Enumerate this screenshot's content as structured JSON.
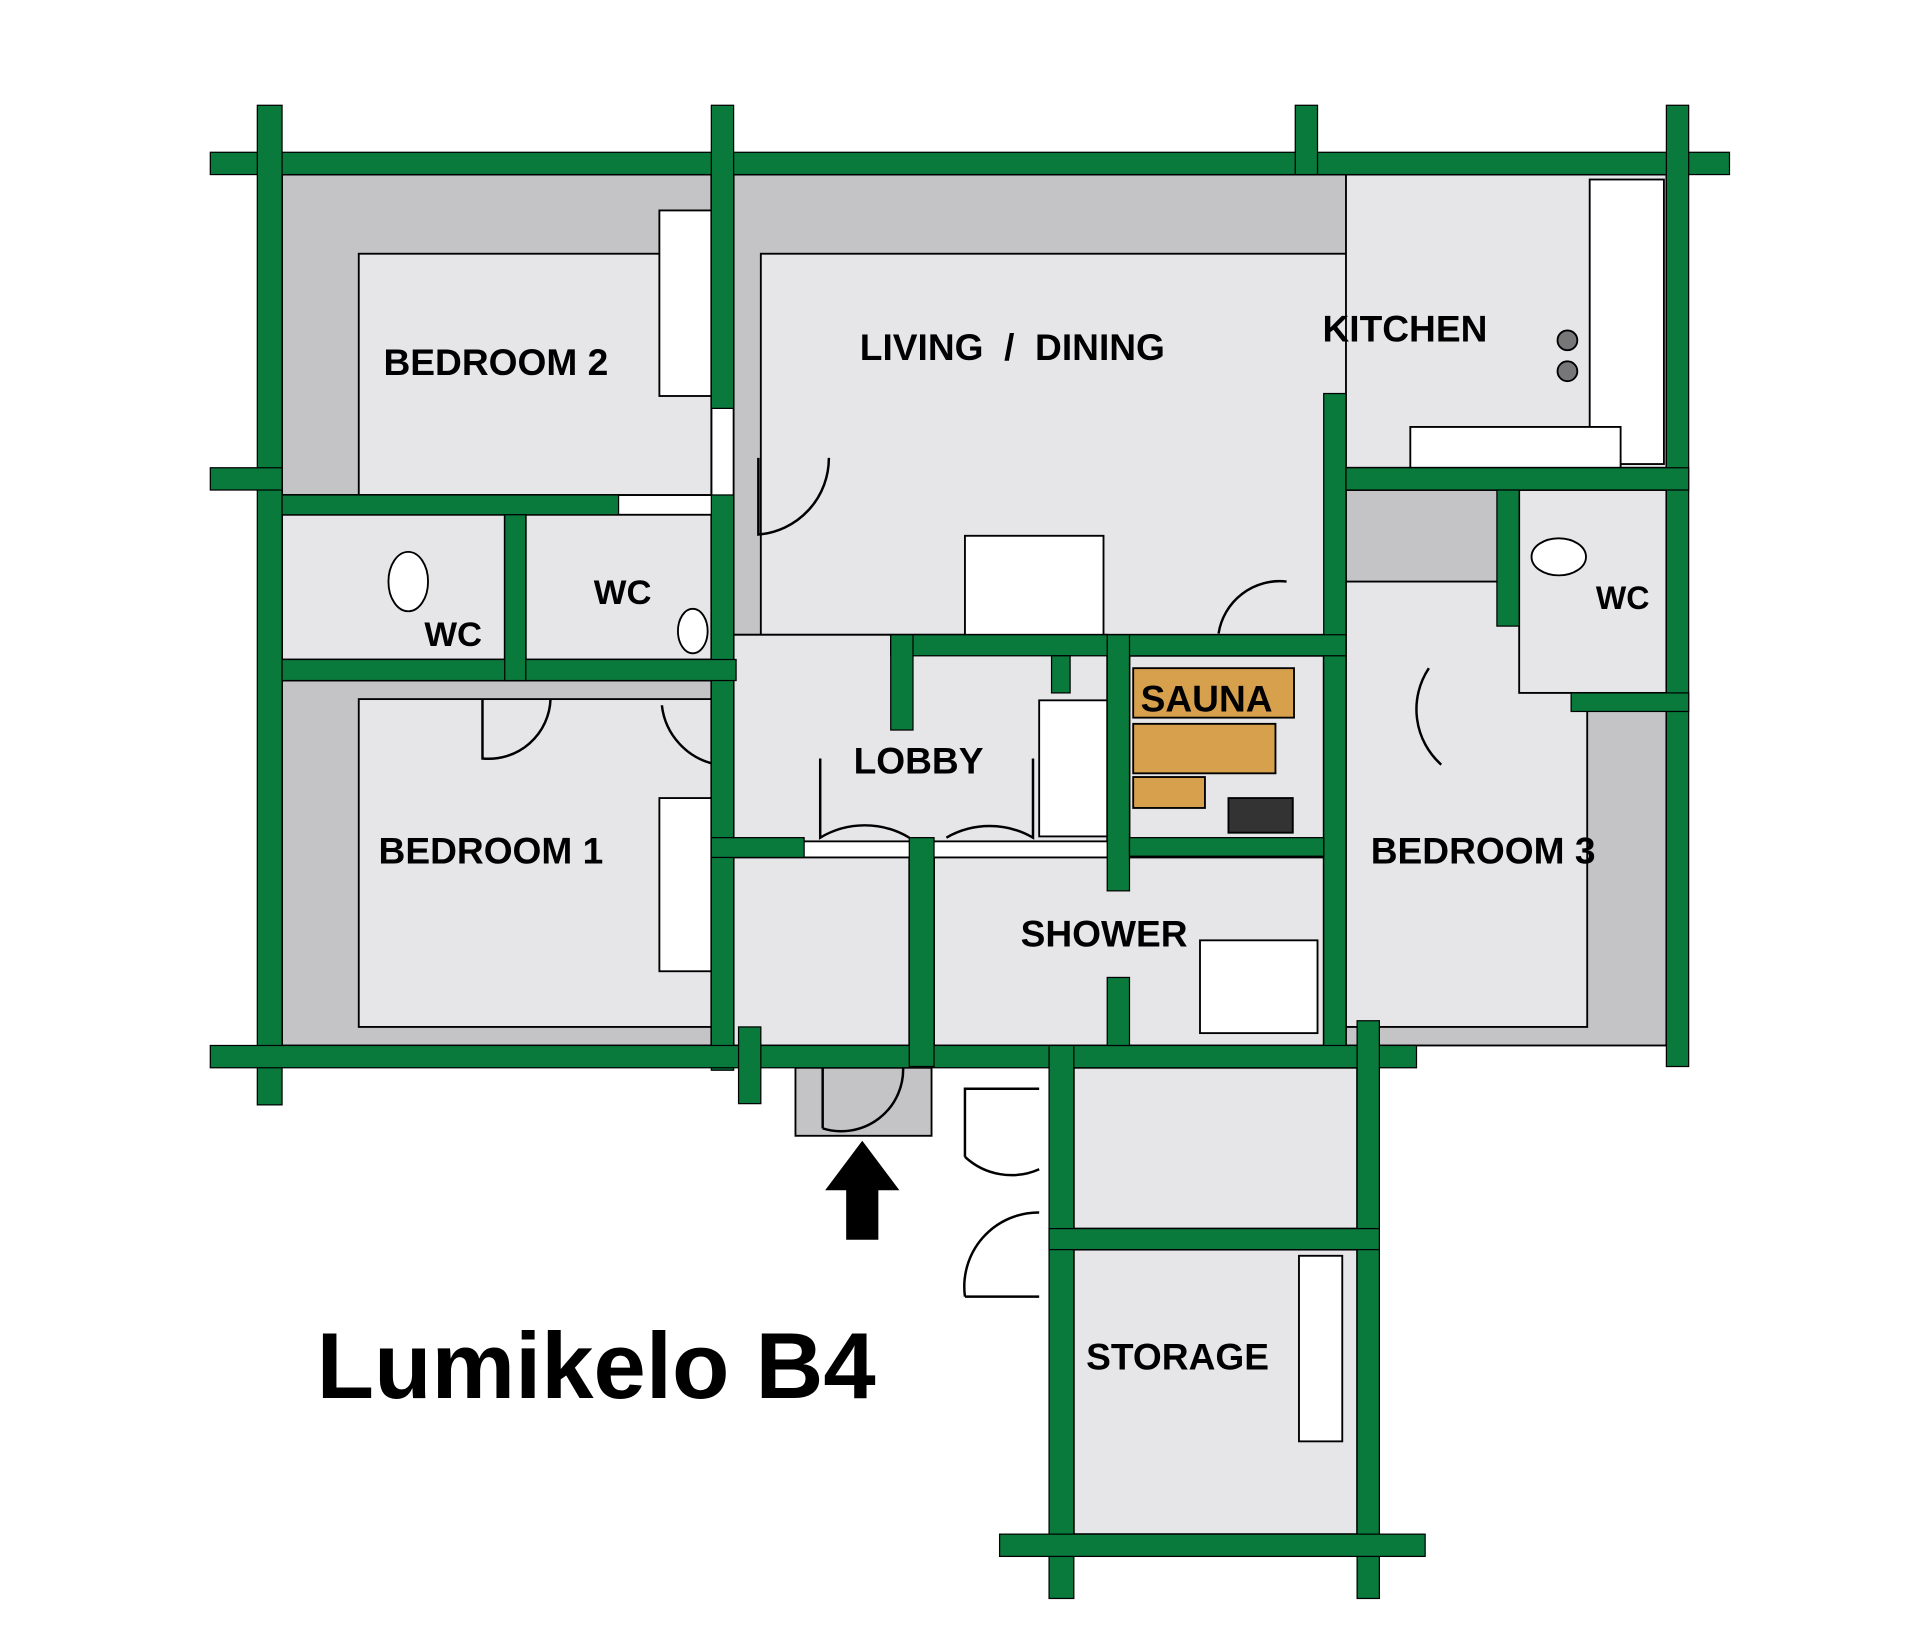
{
  "title": "Lumikelo B4",
  "rooms": {
    "bedroom2": "BEDROOM 2",
    "living_dining": "LIVING  /  DINING",
    "kitchen": "KITCHEN",
    "wc_left": "WC",
    "wc_middle": "WC",
    "wc_right": "WC",
    "sauna": "SAUNA",
    "lobby": "LOBBY",
    "bedroom1": "BEDROOM 1",
    "bedroom3": "BEDROOM 3",
    "shower": "SHOWER",
    "storage": "STORAGE"
  },
  "colors": {
    "wall": "#0a7a3c",
    "floor": "#e6e6e9",
    "side": "#c4c4c7",
    "sauna": "#d6a04c"
  }
}
